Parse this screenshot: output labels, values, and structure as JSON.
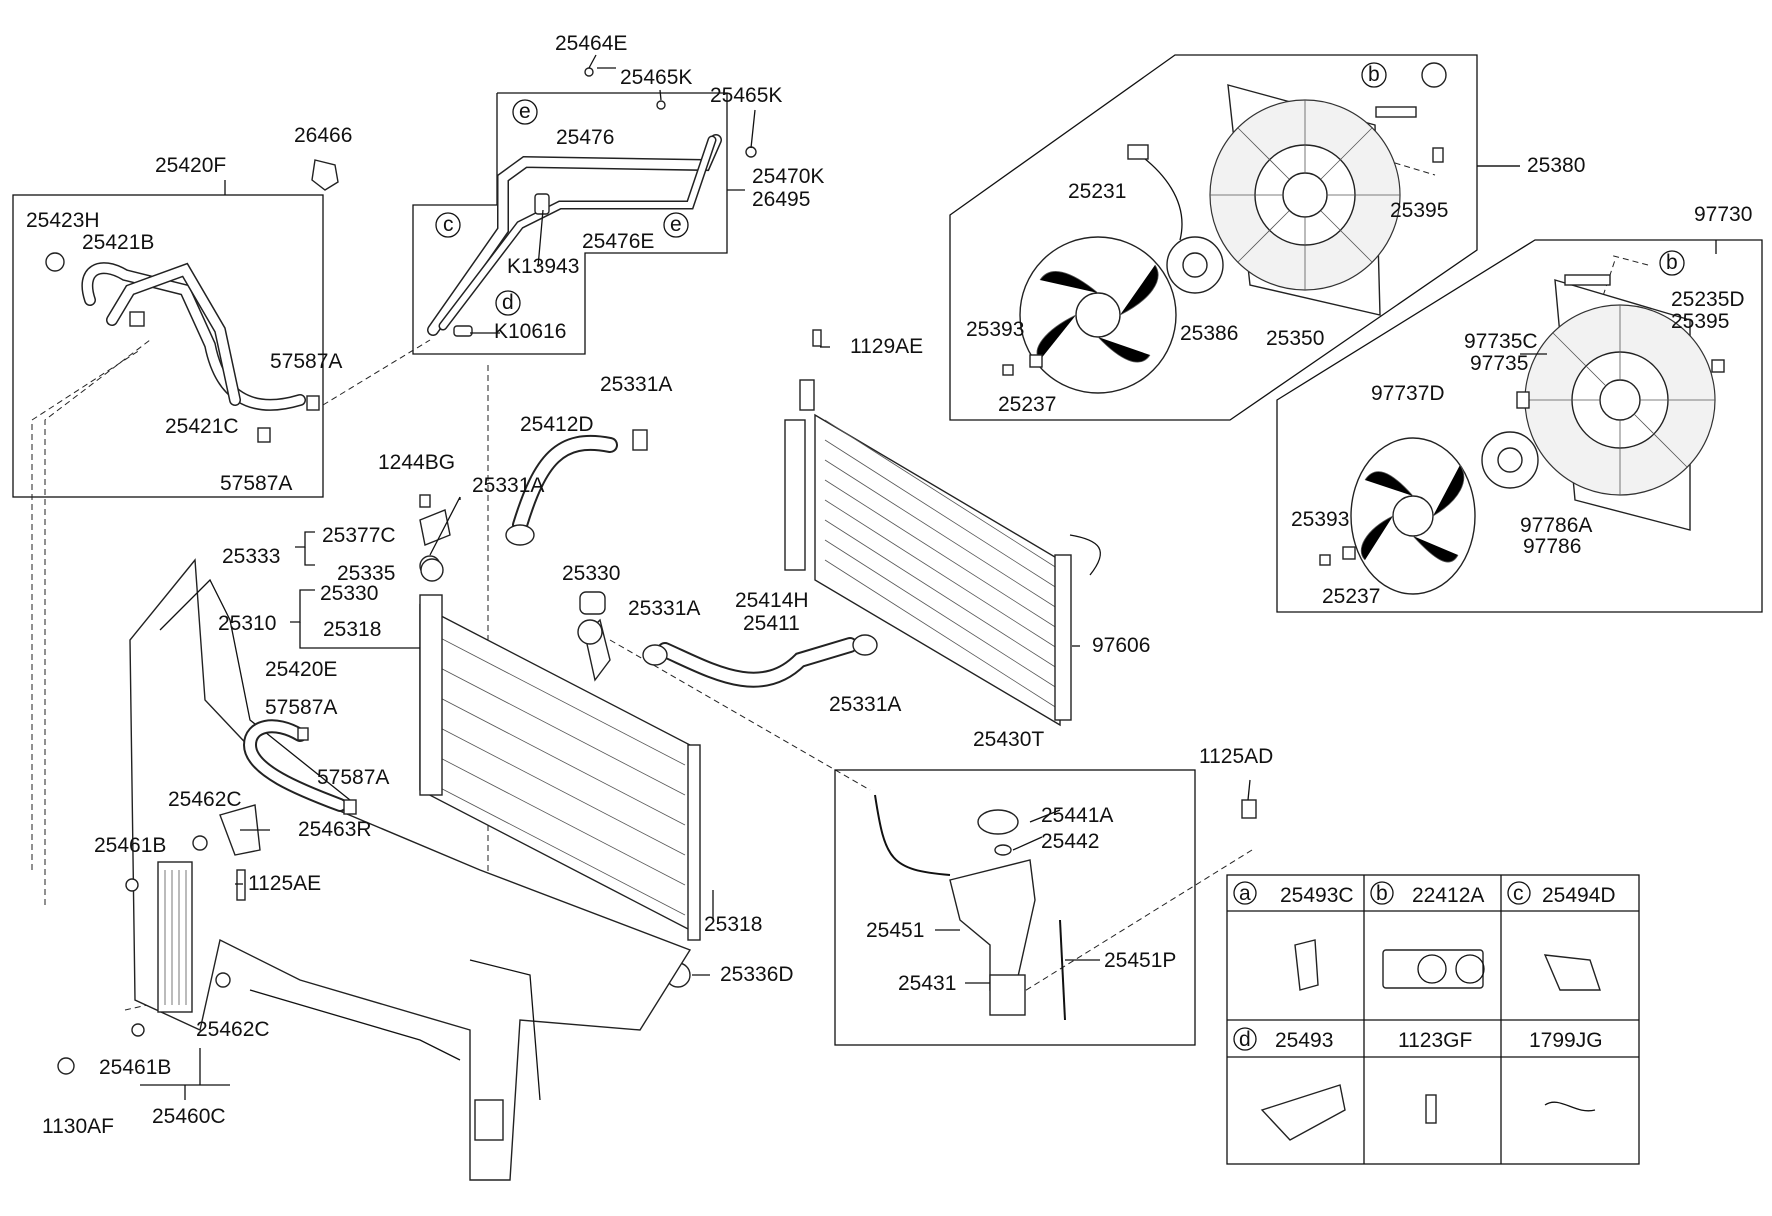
{
  "labels": {
    "p25464E": "25464E",
    "p25465K_a": "25465K",
    "p25465K_b": "25465K",
    "p26466": "26466",
    "p25476": "25476",
    "p25470K": "25470K",
    "p26495": "26495",
    "p25420F": "25420F",
    "p25476E": "25476E",
    "p25423H": "25423H",
    "p25421B": "25421B",
    "pK13943": "K13943",
    "pK10616": "K10616",
    "p57587A_a": "57587A",
    "p25421C": "25421C",
    "p57587A_b": "57587A",
    "p25380": "25380",
    "p25231": "25231",
    "p25395_a": "25395",
    "p25393_a": "25393",
    "p25386": "25386",
    "p25350": "25350",
    "p25237_a": "25237",
    "p97730": "97730",
    "p25235D": "25235D",
    "p25395_b": "25395",
    "p97735C": "97735C",
    "p97735": "97735",
    "p97737D": "97737D",
    "p97786A": "97786A",
    "p97786": "97786",
    "p25393_b": "25393",
    "p25237_b": "25237",
    "p1129AE": "1129AE",
    "p25331A_a": "25331A",
    "p25412D": "25412D",
    "p1244BG": "1244BG",
    "p25331A_b": "25331A",
    "p25377C": "25377C",
    "p25333": "25333",
    "p25335": "25335",
    "p25330_a": "25330",
    "p25330_b": "25330",
    "p25310": "25310",
    "p25318_a": "25318",
    "p25331A_c": "25331A",
    "p25414H": "25414H",
    "p25411": "25411",
    "p25331A_d": "25331A",
    "p97606": "97606",
    "p25420E": "25420E",
    "p57587A_c": "57587A",
    "p57587A_d": "57587A",
    "p25462C_a": "25462C",
    "p25463R": "25463R",
    "p25461B_a": "25461B",
    "p1125AE": "1125AE",
    "p25318_b": "25318",
    "p25336D": "25336D",
    "p25430T": "25430T",
    "p1125AD": "1125AD",
    "p25441A": "25441A",
    "p25442": "25442",
    "p25451": "25451",
    "p25451P": "25451P",
    "p25431": "25431",
    "p25462C_b": "25462C",
    "p25461B_b": "25461B",
    "p25460C": "25460C",
    "p1130AF": "1130AF"
  },
  "callouts": {
    "b1": "b",
    "b2": "b",
    "c1": "c",
    "d1": "d",
    "e1": "e",
    "e2": "e"
  },
  "legend": {
    "cells": [
      {
        "letter": "a",
        "code": "25493C"
      },
      {
        "letter": "b",
        "code": "22412A"
      },
      {
        "letter": "c",
        "code": "25494D"
      },
      {
        "letter": "d",
        "code": "25493"
      },
      {
        "letter": "",
        "code": "1123GF"
      },
      {
        "letter": "",
        "code": "1799JG"
      }
    ]
  }
}
